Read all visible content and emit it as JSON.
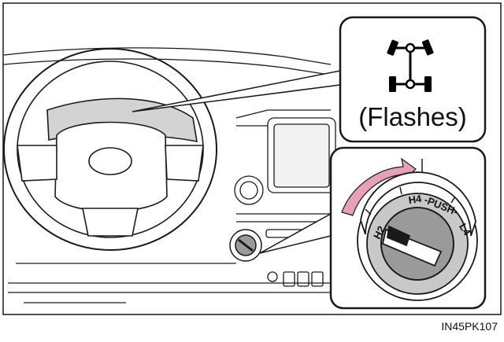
{
  "callout_indicator": {
    "icon": "four-wheel-drive-indicator-icon",
    "caption": "(Flashes)"
  },
  "callout_switch": {
    "icon": "transfer-switch-dial-icon",
    "positions": {
      "h2": "H2",
      "h4": "H4",
      "push": "-PUSH-",
      "l4": "L4"
    },
    "arrow_color": "#e8a0b8"
  },
  "figure": {
    "code": "IN45PK107"
  },
  "colors": {
    "line": "#1a1a1a",
    "display_fill": "#d3d3d3",
    "dial_face": "#c8c8c8",
    "dial_center": "#9a9a9a"
  }
}
